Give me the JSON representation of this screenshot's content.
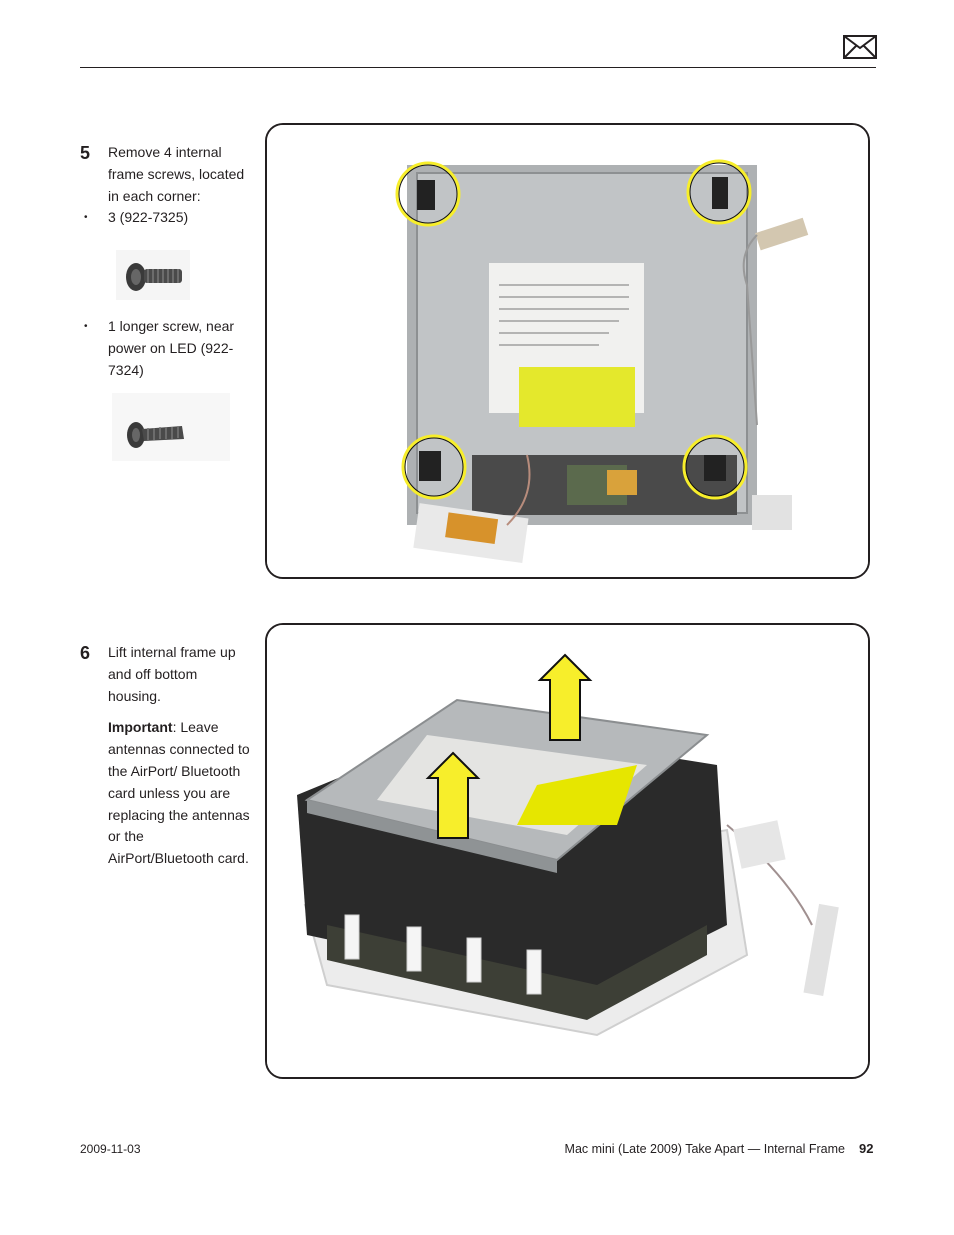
{
  "step5": {
    "number": "5",
    "text": "Remove 4 internal frame screws, located in each corner:",
    "bullets": [
      {
        "text": "3 (922-7325)"
      },
      {
        "text": "1 longer screw, near power on LED (922-7324)"
      }
    ]
  },
  "step6": {
    "number": "6",
    "text": "Lift internal frame up and off bottom housing.",
    "important_label": "Important",
    "important_text": ": Leave antennas connected to the AirPort/ Bluetooth card unless you are replacing the antennas or the AirPort/Bluetooth card."
  },
  "footer": {
    "date": "2009-11-03",
    "title": "Mac mini (Late 2009) Take Apart — Internal Frame",
    "page": "92"
  },
  "colors": {
    "highlight": "#f7ee2b",
    "frame": "#231f20",
    "drive": "#b7bbbd",
    "label": "#e6e600"
  }
}
